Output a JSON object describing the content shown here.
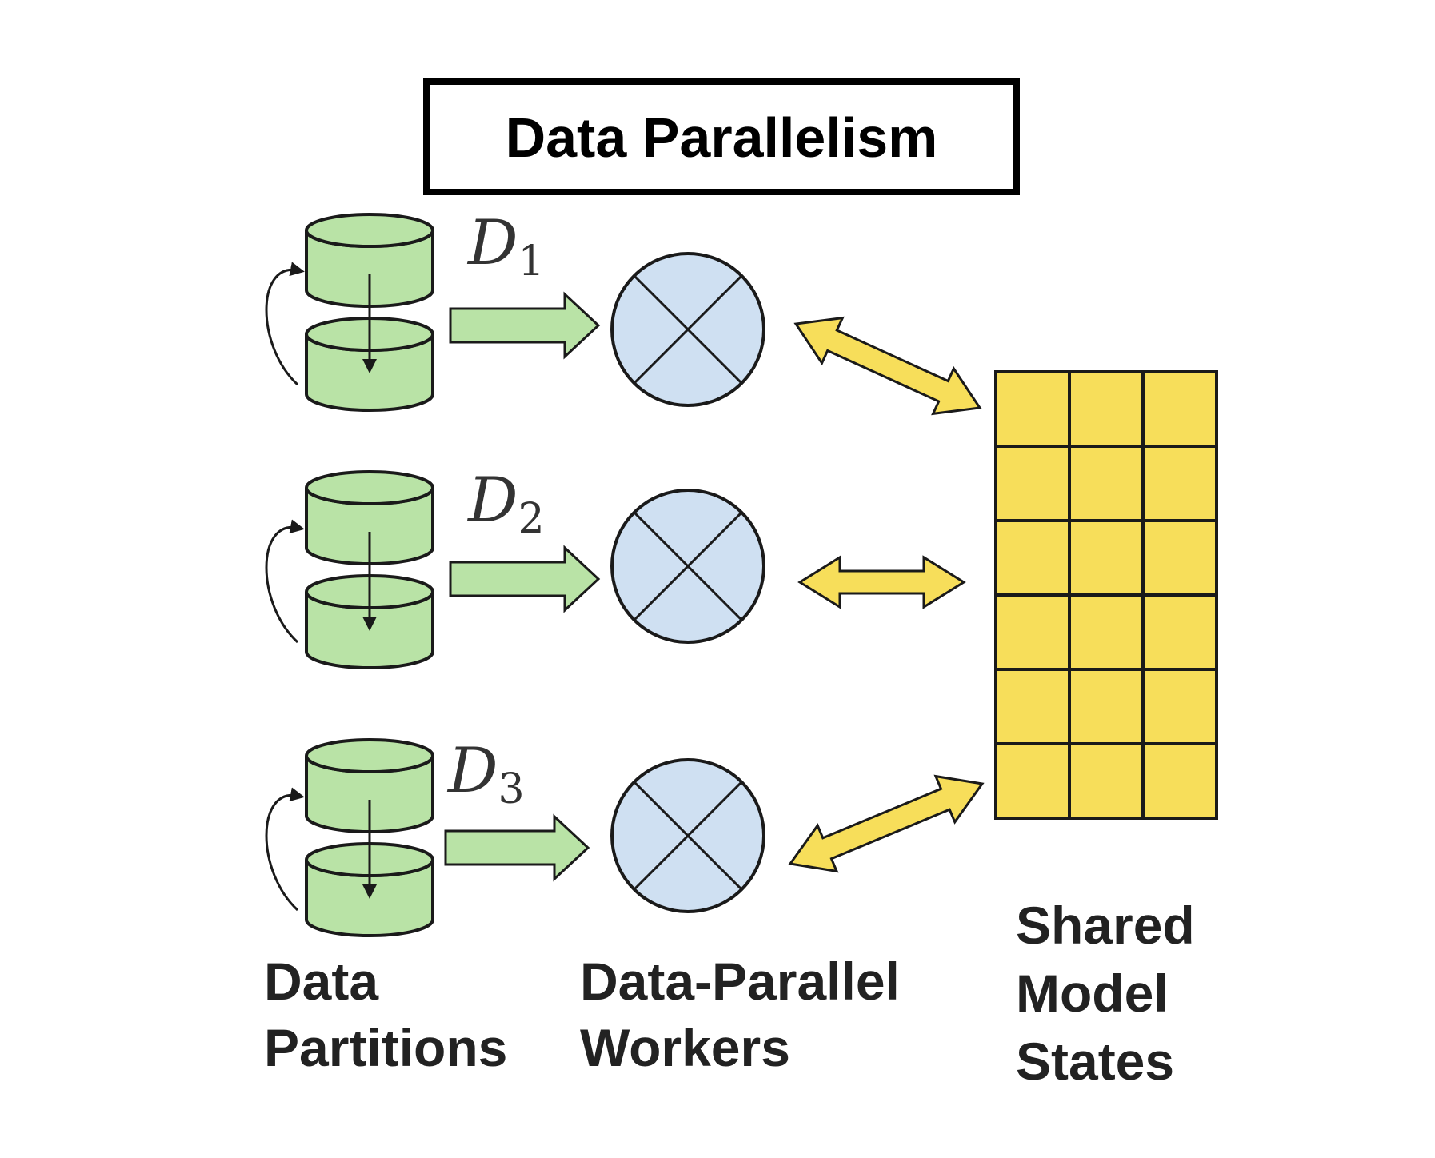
{
  "title": "Data Parallelism",
  "partitions": [
    {
      "symbol": "D",
      "subscript": "1"
    },
    {
      "symbol": "D",
      "subscript": "2"
    },
    {
      "symbol": "D",
      "subscript": "3"
    }
  ],
  "workers_count": 3,
  "model_grid": {
    "rows": 6,
    "cols": 3
  },
  "labels": {
    "partitions": [
      "Data",
      "Partitions"
    ],
    "workers": [
      "Data-Parallel",
      "Workers"
    ],
    "model": [
      "Shared",
      "Model",
      "States"
    ]
  },
  "colors": {
    "cylinder_fill": "#b9e3a6",
    "flow_arrow_fill": "#b9e3a6",
    "worker_fill": "#cfe0f2",
    "model_cell_fill": "#f7de5a",
    "exchange_arrow_fill": "#f7de5a",
    "stroke": "#1a1a1a"
  }
}
